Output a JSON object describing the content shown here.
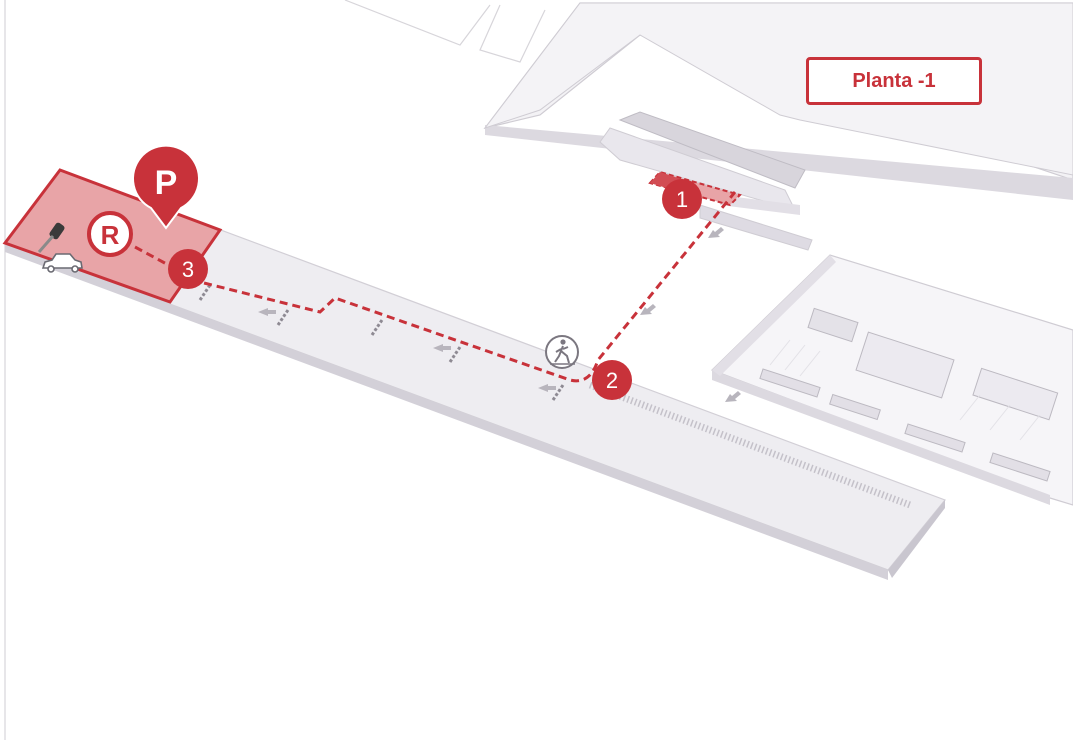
{
  "floor": {
    "label": "Planta -1"
  },
  "markers": {
    "parking_pin": "P",
    "reserved_badge": "R",
    "steps": [
      "1",
      "2",
      "3"
    ]
  },
  "icons": [
    "parking-pin-icon",
    "reserved-badge-icon",
    "car-key-icon",
    "car-icon",
    "pedestrian-crossing-icon",
    "direction-arrow-icon"
  ],
  "colors": {
    "accent": "#c8323a",
    "parking_zone": "#e8a4a7",
    "building": "#eceaf0",
    "building_edge": "#c9c6cf",
    "outline": "#d9d7dc"
  }
}
